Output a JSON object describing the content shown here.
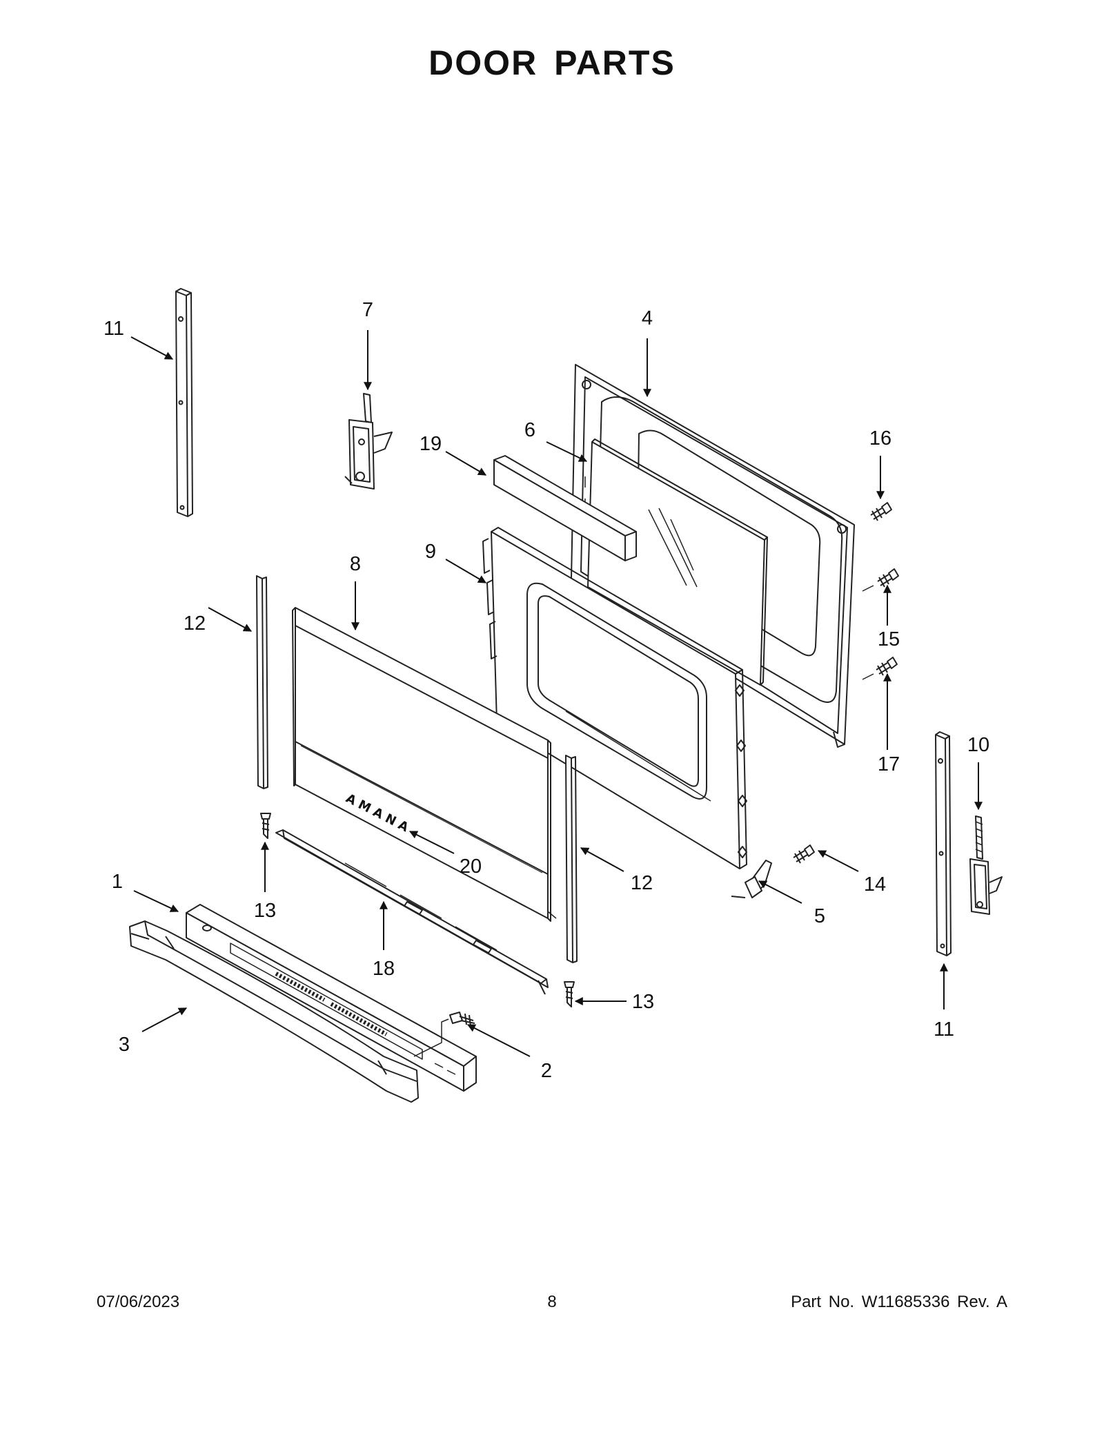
{
  "page": {
    "title": "DOOR PARTS"
  },
  "diagram": {
    "brand_logo": "AMANA",
    "callouts": [
      {
        "id": "c1",
        "label": "1"
      },
      {
        "id": "c2",
        "label": "2"
      },
      {
        "id": "c3",
        "label": "3"
      },
      {
        "id": "c4",
        "label": "4"
      },
      {
        "id": "c5",
        "label": "5"
      },
      {
        "id": "c6",
        "label": "6"
      },
      {
        "id": "c7",
        "label": "7"
      },
      {
        "id": "c8",
        "label": "8"
      },
      {
        "id": "c9",
        "label": "9"
      },
      {
        "id": "c10",
        "label": "10"
      },
      {
        "id": "c11a",
        "label": "11"
      },
      {
        "id": "c11b",
        "label": "11"
      },
      {
        "id": "c12a",
        "label": "12"
      },
      {
        "id": "c12b",
        "label": "12"
      },
      {
        "id": "c13a",
        "label": "13"
      },
      {
        "id": "c13b",
        "label": "13"
      },
      {
        "id": "c14",
        "label": "14"
      },
      {
        "id": "c15",
        "label": "15"
      },
      {
        "id": "c16",
        "label": "16"
      },
      {
        "id": "c17",
        "label": "17"
      },
      {
        "id": "c18",
        "label": "18"
      },
      {
        "id": "c19",
        "label": "19"
      },
      {
        "id": "c20",
        "label": "20"
      }
    ]
  },
  "footer": {
    "date": "07/06/2023",
    "page_number": "8",
    "part_number": "Part No.  W11685336  Rev.  A"
  }
}
